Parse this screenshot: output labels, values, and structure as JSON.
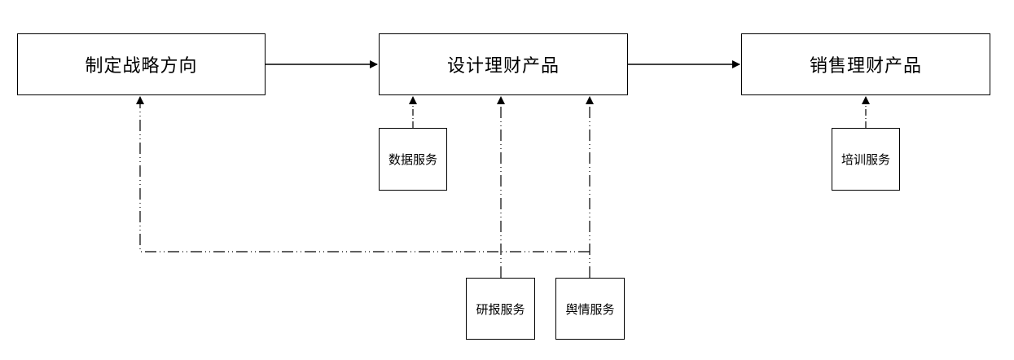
{
  "nodes": {
    "strategy": "制定战略方向",
    "design": "设计理财产品",
    "sales": "销售理财产品",
    "data_service": "数据服务",
    "research_service": "研报服务",
    "opinion_service": "舆情服务",
    "training_service": "培训服务"
  },
  "edges": [
    {
      "from": "strategy",
      "to": "design",
      "style": "solid"
    },
    {
      "from": "design",
      "to": "sales",
      "style": "solid"
    },
    {
      "from": "data_service",
      "to": "design",
      "style": "dash-dot"
    },
    {
      "from": "research_service",
      "to": "design",
      "style": "dash-dot-dot"
    },
    {
      "from": "opinion_service",
      "to": "design",
      "style": "dash-dot-dot"
    },
    {
      "from": "research_service",
      "to": "strategy",
      "style": "dash-dot-dot"
    },
    {
      "from": "opinion_service",
      "to": "strategy",
      "style": "dash-dot-dot"
    },
    {
      "from": "training_service",
      "to": "sales",
      "style": "dash-dot"
    }
  ]
}
